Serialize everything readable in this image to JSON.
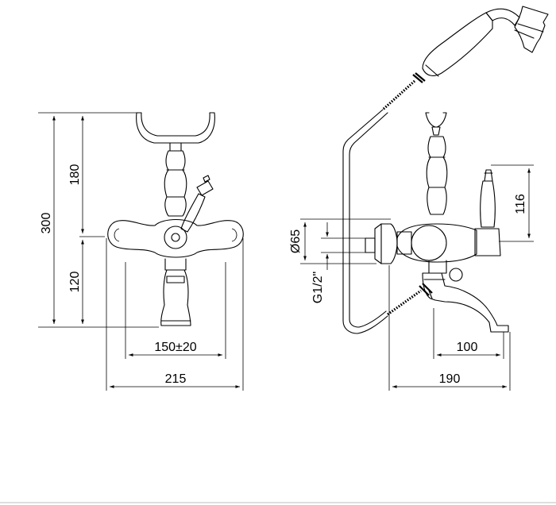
{
  "dimensions": {
    "height_total": "300",
    "height_upper": "180",
    "height_lower": "120",
    "spacing": "150±20",
    "width_front": "215",
    "diameter": "Ø65",
    "thread": "G1/2\"",
    "lever_height": "116",
    "spout_reach": "100",
    "depth_side": "190"
  }
}
